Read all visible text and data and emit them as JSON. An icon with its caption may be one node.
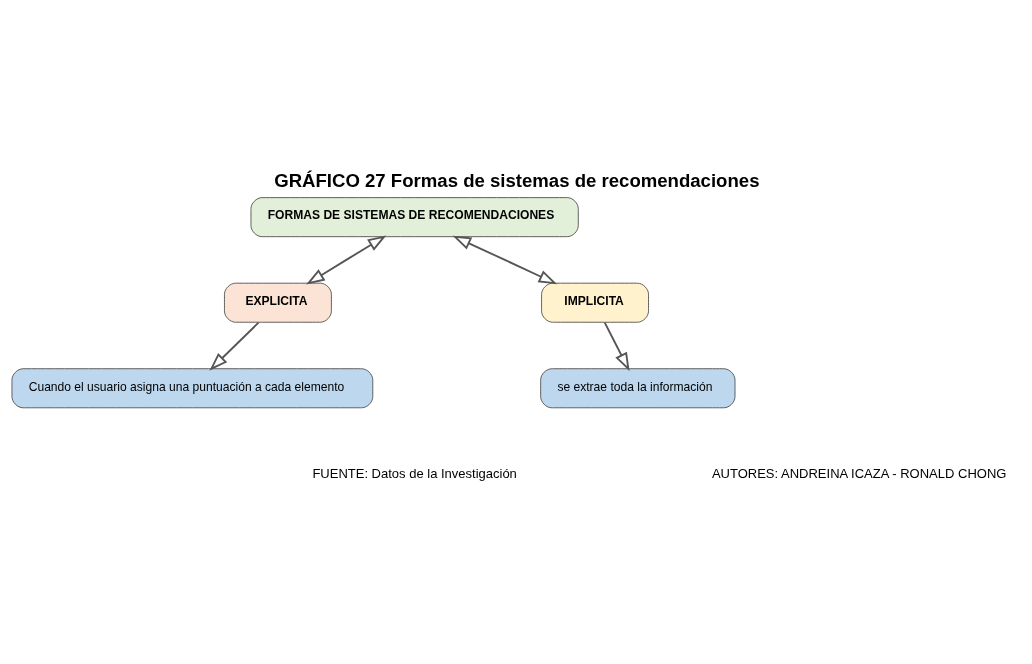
{
  "diagram": {
    "title": "GRÁFICO 27 Formas de sistemas de recomendaciones",
    "nodes": [
      {
        "text": [
          "FORMAS DE SISTEMAS DE RECOMENDACIONES"
        ]
      },
      {
        "text": [
          "EXPLICITA"
        ]
      },
      {
        "text": [
          "IMPLICITA"
        ]
      },
      {
        "text": [
          "Cuando el usuario asigna una puntuación a cada elemento"
        ]
      },
      {
        "text": [
          "se extrae toda la información"
        ]
      }
    ],
    "edges": [
      {
        "from": 0,
        "to": 1,
        "arrow": "both"
      },
      {
        "from": 0,
        "to": 2,
        "arrow": "both"
      },
      {
        "from": 1,
        "to": 3,
        "arrow": "to"
      },
      {
        "from": 2,
        "to": 4,
        "arrow": "to"
      }
    ],
    "labels": [
      "FUENTE: Datos de la Investigación",
      "AUTORES: ANDREINA ICAZA - RONALD CHONG"
    ]
  }
}
